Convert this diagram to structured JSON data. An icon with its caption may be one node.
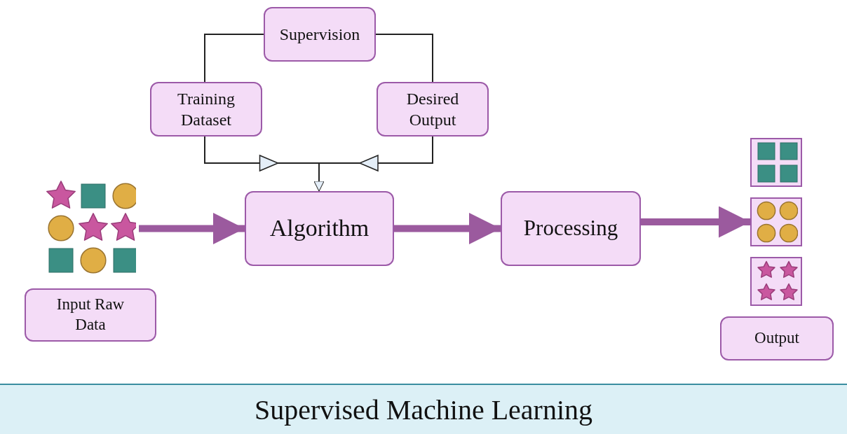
{
  "diagram": {
    "title": "Supervised Machine Learning",
    "nodes": [
      {
        "text": [
          "Supervision"
        ]
      },
      {
        "text": [
          "Training Dataset"
        ]
      },
      {
        "text": [
          "Desired Output"
        ]
      },
      {
        "text": [
          "Algorithm"
        ]
      },
      {
        "text": [
          "Processing"
        ]
      },
      {
        "text": [],
        "shape": "picture"
      },
      {
        "text": [
          "Input Raw Data"
        ]
      },
      {
        "text": [],
        "shape": "box"
      },
      {
        "text": [],
        "shape": "box"
      },
      {
        "text": [],
        "shape": "box"
      },
      {
        "text": [
          "Output"
        ]
      }
    ],
    "edges": [
      {
        "from": 0,
        "to": 1,
        "arrow": "none"
      },
      {
        "from": 0,
        "to": 2,
        "arrow": "none"
      },
      {
        "from": 1,
        "to": 3,
        "arrow": "to"
      },
      {
        "from": 2,
        "to": 3,
        "arrow": "to"
      },
      {
        "from": 5,
        "to": 3,
        "arrow": "to",
        "style": "thick",
        "color": "#9b5a9e"
      },
      {
        "from": 3,
        "to": 4,
        "arrow": "to",
        "style": "thick",
        "color": "#9b5a9e"
      },
      {
        "from": 4,
        "to": 8,
        "arrow": "to",
        "style": "thick",
        "color": "#9b5a9e"
      }
    ]
  }
}
